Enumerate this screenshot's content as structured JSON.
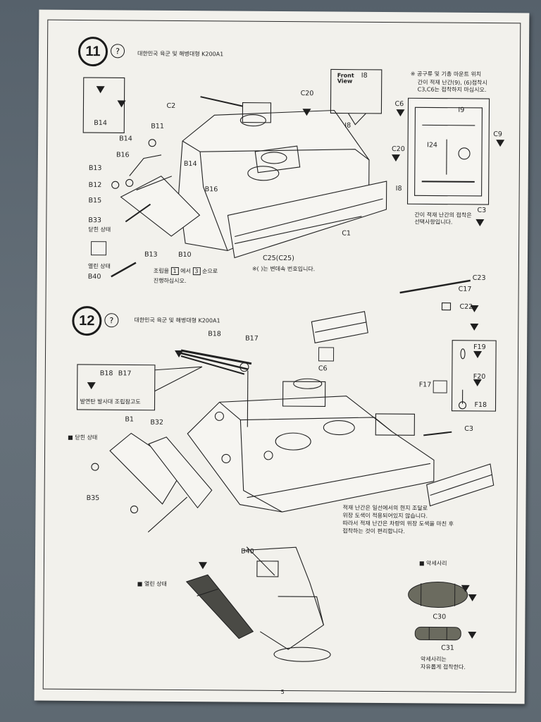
{
  "page_number": "5",
  "step11": {
    "number": "11",
    "glue_symbol": "?",
    "subtitle": "대한민국 육군 및 해병대형 K200A1",
    "assembly_note_pre": "조립을",
    "assembly_note_num1": "1",
    "assembly_note_mid": "에서",
    "assembly_note_num3": "3",
    "assembly_note_post": "순으로",
    "assembly_note_line2": "진행하십시오.",
    "paren_note": "※( )는 변데속 번호입니다.",
    "front_view_title": "Front View",
    "front_view_part": "I8",
    "front_view_part2": "I8",
    "inset_b14": "B14",
    "labels": [
      "C2",
      "B14",
      "B11",
      "B16",
      "B13",
      "B12",
      "B15",
      "B33",
      "B14",
      "B16",
      "B13",
      "B10",
      "C25(C25)",
      "C1",
      "C20"
    ],
    "closed_state": "닫힌 상태",
    "open_state": "열린 상태",
    "b40": "B40",
    "mount_note": "※ 공구류 및 기총 마운트 위치",
    "mount_note2": "간이 적재 난간(9), (6)접착시",
    "mount_note3": "C3,C6는 접착하지 마십시오.",
    "mount_labels": [
      "C6",
      "I9",
      "C9",
      "C20",
      "I24",
      "I8",
      "C3"
    ],
    "rail_note": "간이 적재 난간의 접착은",
    "rail_note2": "선택사항입니다."
  },
  "step12": {
    "number": "12",
    "glue_symbol": "?",
    "subtitle": "대한민국 육군 및 해병대형 K200A1",
    "b18": "B18",
    "b17": "B17",
    "inset_b18": "B18",
    "inset_b17": "B17",
    "inset_caption": "발연탄 발사대 조립참고도",
    "closed_state": "닫힌 상태",
    "b1": "B1",
    "b32": "B32",
    "b35": "B35",
    "c6": "C6",
    "f17": "F17",
    "c23": "C23",
    "c17": "C17",
    "c22": "C22",
    "c3": "C3",
    "f19": "F19",
    "f20": "F20",
    "f18": "F18",
    "rail_para1": "적재 난간은 일선에서의 현지 조달로",
    "rail_para2": "위장 도색이 적용되어있지 않습니다.",
    "rail_para3": "따라서 적재 난간은 차량의 위장 도색을 마친 후",
    "rail_para4": "접착하는 것이 편리합니다.",
    "open_state": "열린 상태",
    "b40": "B40",
    "bag_title": "■ 악세사리",
    "c30": "C30",
    "c31": "C31",
    "bag_note1": "악세사리는",
    "bag_note2": "자유롭게 접착한다."
  },
  "colors": {
    "paper": "#f2f1ec",
    "ink": "#1f1f1f",
    "backdrop": "#5b6670",
    "bag": "#6b6b5f"
  }
}
